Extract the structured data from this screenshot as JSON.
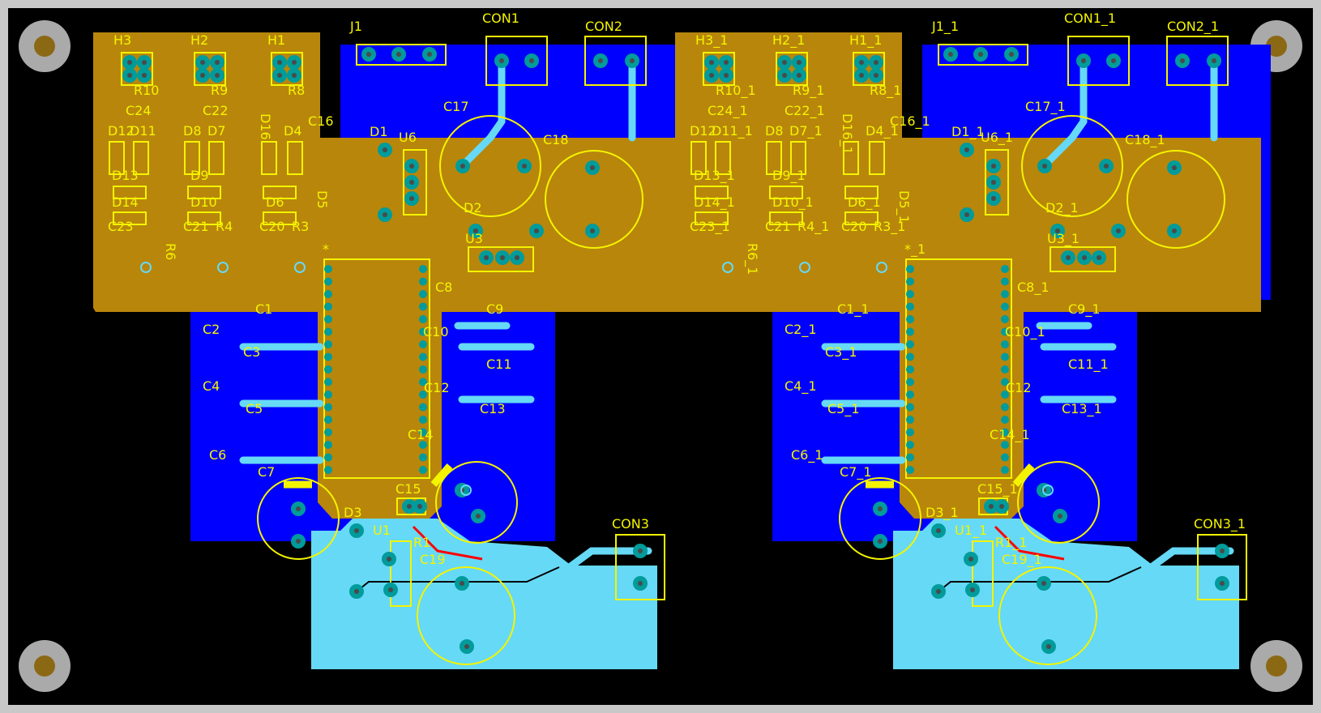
{
  "colors": {
    "background": "#000000",
    "frame": "#c8c8c8",
    "top_layer_copper": "#b8860b",
    "bottom_layer_copper": "#0000ff",
    "ground_plane": "#66d9f6",
    "silkscreen": "#f4f400",
    "pad": "#009b9b",
    "hole": "#4a4a4a",
    "track_red": "#ff0000",
    "mounting_hole_ring": "#aaaaaa",
    "mounting_hole_center": "#8b6914"
  },
  "left_labels": {
    "h3": "H3",
    "h2": "H2",
    "h1": "H1",
    "r10": "R10",
    "r9": "R9",
    "r8": "R8",
    "c24": "C24",
    "c22": "C22",
    "d16": "D16",
    "c16": "C16",
    "d12": "D12",
    "d11": "D11",
    "d8": "D8",
    "d7": "D7",
    "d4": "D4",
    "d13": "D13",
    "d9": "D9",
    "d5": "D5",
    "d14": "D14",
    "d10": "D10",
    "d6": "D6",
    "c23": "C23",
    "c21": "C21",
    "r4": "R4",
    "c20": "C20",
    "r3": "R3",
    "r6": "R6",
    "j1": "J1",
    "con1": "CON1",
    "con2": "CON2",
    "d1": "D1",
    "u6": "U6",
    "c17": "C17",
    "c18": "C18",
    "d2": "D2",
    "u3": "U3",
    "ic_mark": "*",
    "c1": "C1",
    "c2": "C2",
    "c3": "C3",
    "c4": "C4",
    "c5": "C5",
    "c6": "C6",
    "c7": "C7",
    "c8": "C8",
    "c9": "C9",
    "c10": "C10",
    "c11": "C11",
    "c12": "C12",
    "c13": "C13",
    "c14": "C14",
    "c15": "C15",
    "d3": "D3",
    "u1": "U1",
    "r1": "R1",
    "c19": "C19",
    "con3": "CON3"
  },
  "right_labels": {
    "h3": "H3_1",
    "h2": "H2_1",
    "h1": "H1_1",
    "r10": "R10_1",
    "r9": "R9_1",
    "r8": "R8_1",
    "c24": "C24_1",
    "c22": "C22_1",
    "d16": "D16_1",
    "c16": "C16_1",
    "d12": "D12",
    "d11": "D11_1",
    "d8": "D8",
    "d7": "D7_1",
    "d4": "D4_1",
    "d13": "D13_1",
    "d9": "D9_1",
    "d5": "D5_1",
    "d14": "D14_1",
    "d10": "D10_1",
    "d6": "D6_1",
    "c23": "C23_1",
    "c21": "C21",
    "r4": "R4_1",
    "c20": "C20",
    "r3": "R3_1",
    "r6": "R6_1",
    "j1": "J1_1",
    "con1": "CON1_1",
    "con2": "CON2_1",
    "d1": "D1_1",
    "u6": "U6_1",
    "c17": "C17_1",
    "c18": "C18_1",
    "d2": "D2_1",
    "u3": "U3_1",
    "ic_mark": "*_1",
    "c1": "C1_1",
    "c2": "C2_1",
    "c3": "C3_1",
    "c4": "C4_1",
    "c5": "C5_1",
    "c6": "C6_1",
    "c7": "C7_1",
    "c8": "C8_1",
    "c9": "C9_1",
    "c10": "C10_1",
    "c11": "C11_1",
    "c12": "C12",
    "c13": "C13_1",
    "c14": "C14_1",
    "c15": "C15_1",
    "d3": "D3_1",
    "u1": "U1_1",
    "r1": "R1_1",
    "c19": "C19_1",
    "con3": "CON3_1"
  }
}
